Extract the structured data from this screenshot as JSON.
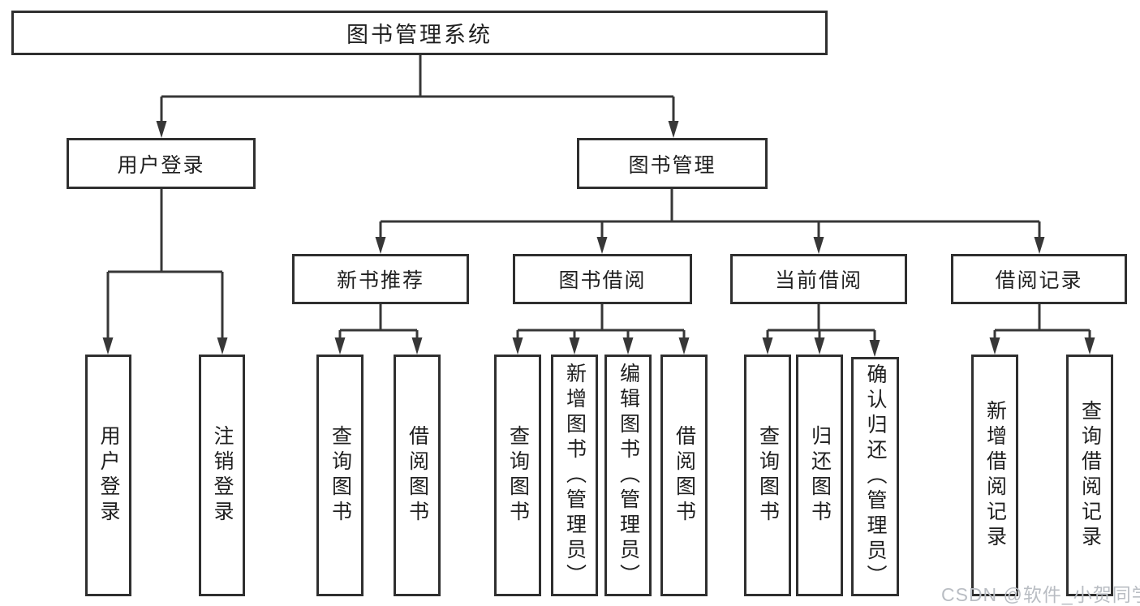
{
  "tree": {
    "root": {
      "label": "图书管理系统",
      "children": [
        {
          "label": "用户登录",
          "children": [
            {
              "label": "用户登录"
            },
            {
              "label": "注销登录"
            }
          ]
        },
        {
          "label": "图书管理",
          "children": [
            {
              "label": "新书推荐",
              "children": [
                {
                  "label": "查询图书"
                },
                {
                  "label": "借阅图书"
                }
              ]
            },
            {
              "label": "图书借阅",
              "children": [
                {
                  "label": "查询图书"
                },
                {
                  "label": "新增图书（管理员）"
                },
                {
                  "label": "编辑图书（管理员）"
                },
                {
                  "label": "借阅图书"
                }
              ]
            },
            {
              "label": "当前借阅",
              "children": [
                {
                  "label": "查询图书"
                },
                {
                  "label": "归还图书"
                },
                {
                  "label": "确认归还（管理员）"
                }
              ]
            },
            {
              "label": "借阅记录",
              "children": [
                {
                  "label": "新增借阅记录"
                },
                {
                  "label": "查询借阅记录"
                }
              ]
            }
          ]
        }
      ]
    }
  },
  "watermark": {
    "text": "CSDN @软件_小贺同学"
  },
  "colors": {
    "line": "#373737",
    "border": "#2f2f2f",
    "text": "#1f1f1f",
    "watermark": "#b9bdc3",
    "background": "#ffffff"
  }
}
